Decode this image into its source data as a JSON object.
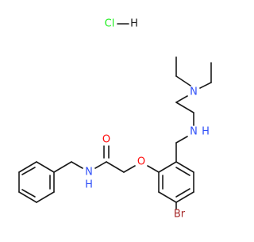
{
  "molecule": {
    "salt": {
      "cl": "Cl",
      "h": "H"
    },
    "atoms": {
      "oxygen_carbonyl": "O",
      "nh_amide": "N",
      "nh_amide_h": "H",
      "oxygen_ether": "O",
      "nh_amine": "N",
      "nh_amine_h": "H",
      "n_tertiary": "N",
      "bromine": "Br"
    },
    "colors": {
      "bond": "#1a1a1a",
      "oxygen": "#ff0d0d",
      "nitrogen": "#3050f8",
      "bromine": "#a62929",
      "chlorine": "#1ff01f",
      "carbon_text": "#1a1a1a"
    }
  }
}
